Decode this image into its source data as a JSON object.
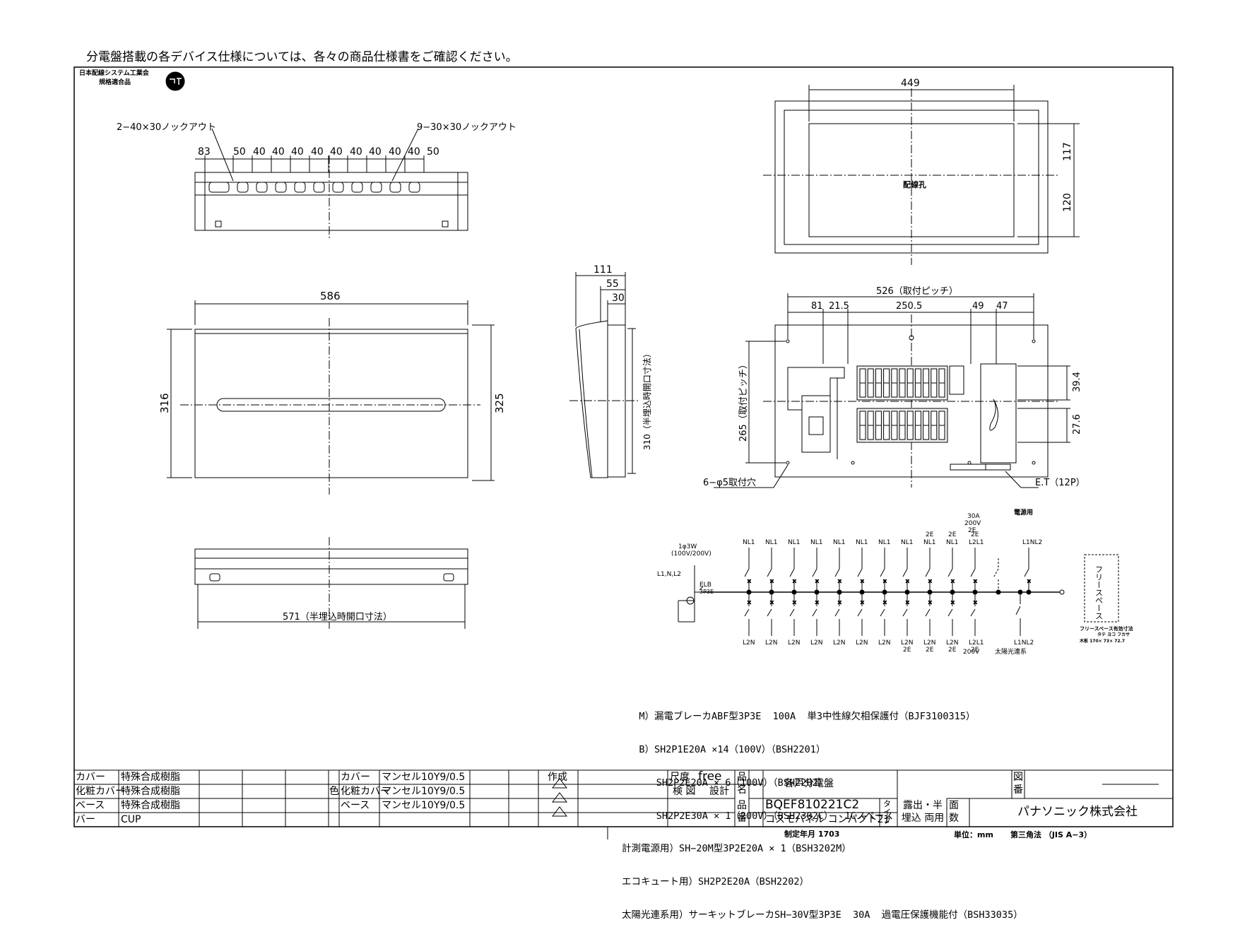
{
  "notice": "分電盤搭載の各デバイス仕様については、各々の商品仕様書をご確認ください。",
  "jis_mark": {
    "line1": "日本配線システム工業会",
    "line2": "規格適合品"
  },
  "top_view": {
    "knockout_left": "2−40×30ノックアウト",
    "knockout_right": "9−30×30ノックアウト",
    "dims": [
      "83",
      "50",
      "40",
      "40",
      "40",
      "40",
      "40",
      "40",
      "40",
      "40",
      "40",
      "50"
    ]
  },
  "front_view": {
    "width": "586",
    "height_left": "316",
    "height_right": "325"
  },
  "bottom_view": {
    "opening": "571（半埋込時開口寸法）"
  },
  "side_view": {
    "depth": "111",
    "d55": "55",
    "d30": "30",
    "opening": "310（半埋込時開口寸法）"
  },
  "back_view": {
    "width": "449",
    "h117": "117",
    "h120": "120",
    "hole_label": "配線孔"
  },
  "inner_view": {
    "pitch": "526（取付ピッチ）",
    "d81": "81",
    "d215": "21.5",
    "d2505": "250.5",
    "d49": "49",
    "d47": "47",
    "vpitch": "265（取付ピッチ）",
    "d394": "39.4",
    "d276": "27.6",
    "holes": "6−φ5取付穴",
    "et": "E.T（12P）"
  },
  "wiring": {
    "supply": "1φ3W",
    "voltage": "(100V/200V)",
    "lines": "L1,N,L2",
    "elb": "ELB",
    "elb_type": "3P3E",
    "power_label": "電源用",
    "rating_30a": "30A",
    "rating_200v": "200V",
    "rating_2e": "2E",
    "top_labels": [
      "NL1",
      "NL1",
      "NL1",
      "NL1",
      "NL1",
      "NL1",
      "NL1",
      "NL1",
      "NL1",
      "NL1",
      "L2L1",
      "L1NL2"
    ],
    "top_2e": [
      "2E",
      "2E",
      "2E"
    ],
    "bottom_labels": [
      "L2N",
      "L2N",
      "L2N",
      "L2N",
      "L2N",
      "L2N",
      "L2N",
      "L2N",
      "L2N",
      "L2N",
      "L2L1",
      "L1NL2"
    ],
    "bottom_2e": [
      "2E",
      "2E",
      "2E",
      "2E"
    ],
    "bottom_200v": "200V",
    "solar": "太陽光連系",
    "free_space": "フリースペース",
    "free_space_dim_title": "フリースペース有効寸法",
    "free_space_dim_head": "タテ ヨコ フカサ",
    "free_space_dim_row": "木板  170× 73× 72.7"
  },
  "spec_lines": [
    "   M）漏電ブレーカABF型3P3E  100A  単3中性線欠相保護付（BJF3100315）",
    "   B）SH2P1E20A ×14（100V）（BSH2201）",
    "      SH2P2E20A × 6（100V）（BSH2202）",
    "      SH2P2E30A × 1（200V）（BSH2302C）  1Cスペース",
    "計測電源用）SH−20M型3P2E20A × 1（BSH3202M）",
    "エコキュート用）SH2P2E20A（BSH2202）",
    "太陽光連系用）サーキットブレーカSH−30V型3P3E  30A  過電圧保護機能付（BSH33035）"
  ],
  "title_block": {
    "materials": [
      {
        "part": "カバー",
        "material": "特殊合成樹脂"
      },
      {
        "part": "化粧カバー",
        "material": "特殊合成樹脂"
      },
      {
        "part": "ベース",
        "material": "特殊合成樹脂"
      },
      {
        "part": "バー",
        "material": "CUP"
      }
    ],
    "color_label": "色",
    "colors": [
      {
        "part": "カバー",
        "color": "マンセル10Y9/0.5"
      },
      {
        "part": "化粧カバー",
        "color": "マンセル10Y9/0.5"
      },
      {
        "part": "ベース",
        "color": "マンセル10Y9/0.5"
      }
    ],
    "made_label": "作成",
    "scale_label": "尺度",
    "scale_value": "free",
    "check_label": "検 図",
    "design_label": "設計",
    "product_name_label": "品名",
    "product_name": "各戸分電盤",
    "product_no_label": "品番",
    "product_no": "BQEF810221C2",
    "series": "コスモパネル コンパクト21",
    "type_label": "タイプ",
    "type_value": "露出・半埋込 両用",
    "faces_label": "面数",
    "drawing_no_label": "図番",
    "company": "パナソニック株式会社",
    "date": "制定年月 1703",
    "unit": "単位：mm",
    "projection": "第三角法  （JIS A−3）"
  }
}
